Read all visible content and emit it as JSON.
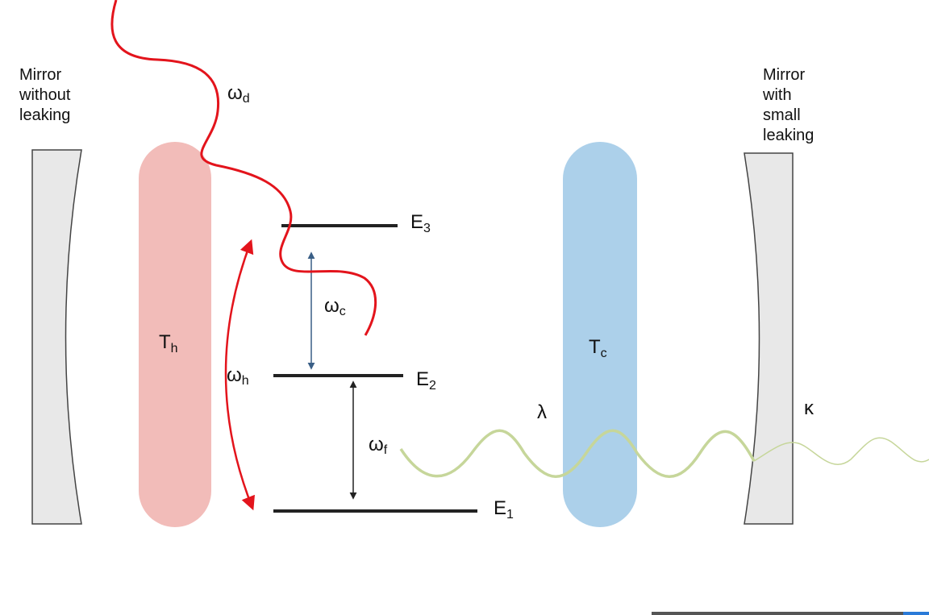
{
  "labels": {
    "left_mirror": [
      "Mirror",
      "without",
      "leaking"
    ],
    "right_mirror": [
      "Mirror",
      "with",
      "small",
      "leaking"
    ],
    "omega_d": {
      "main": "ω",
      "sub": "d"
    },
    "omega_c": {
      "main": "ω",
      "sub": "c"
    },
    "omega_h": {
      "main": "ω",
      "sub": "h"
    },
    "omega_f": {
      "main": "ω",
      "sub": "f"
    },
    "T_h": {
      "main": "T",
      "sub": "h"
    },
    "T_c": {
      "main": "T",
      "sub": "c"
    },
    "E3": {
      "main": "E",
      "sub": "3"
    },
    "E2": {
      "main": "E",
      "sub": "2"
    },
    "E1": {
      "main": "E",
      "sub": "1"
    },
    "lambda": "λ",
    "kappa": "κ"
  },
  "colors": {
    "hot_bath": "#f2bcb9",
    "cold_bath": "#acd0ea",
    "drive_wave": "#e3141c",
    "cavity_wave": "#c6d69a",
    "mirror_fill": "#e8e8e8",
    "mirror_stroke": "#444444",
    "omega_c_arrow": "#3a5f86",
    "level_line": "#222222"
  }
}
